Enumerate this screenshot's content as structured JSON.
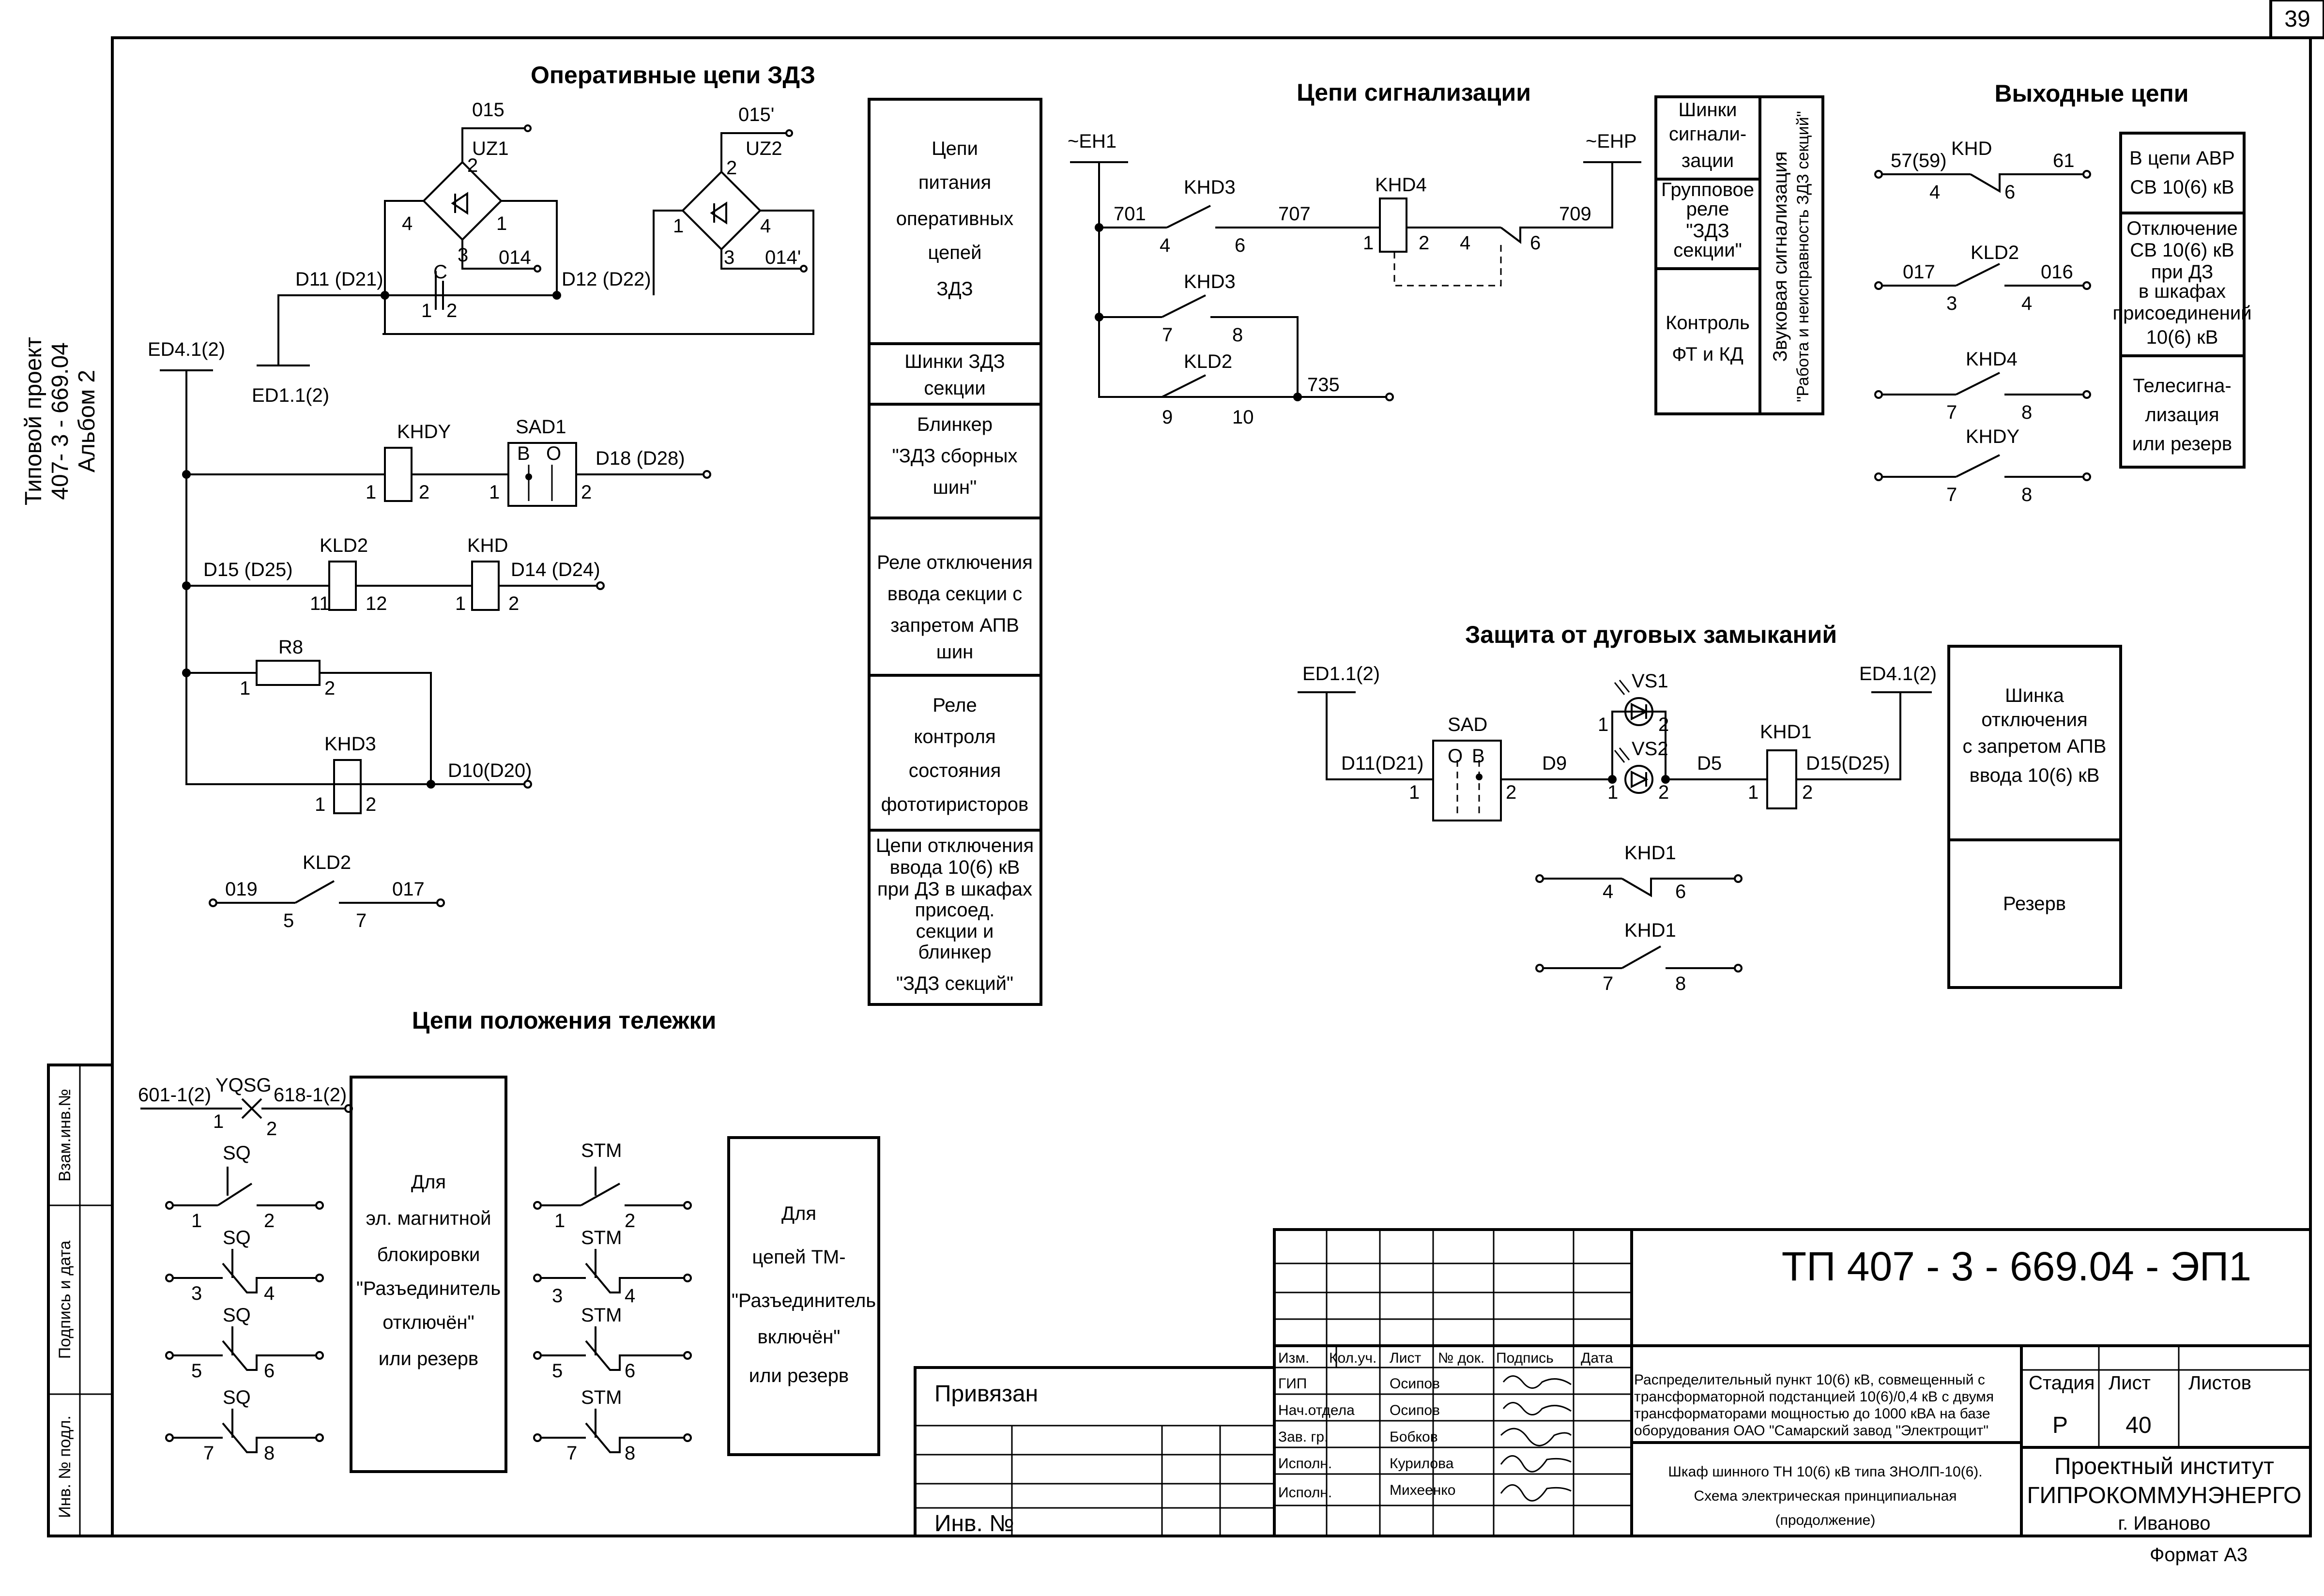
{
  "page_number": "39",
  "side": {
    "project_line1": "Типовой проект",
    "project_line2": "407- 3 - 669.04",
    "album": "Альбом 2",
    "vzam": "Взам.инв.№",
    "podpis": "Подпись и дата",
    "inv_podl": "Инв. № подл."
  },
  "titles": {
    "operative": "Оперативные цепи ЗДЗ",
    "signal": "Цепи сигнализации",
    "output": "Выходные цепи",
    "arc": "Защита от дуговых замыканий",
    "cart": "Цепи положения тележки"
  },
  "labels": {
    "n015": "015",
    "uz1": "UZ1",
    "n015p": "015'",
    "uz2": "UZ2",
    "n014": "014",
    "n014p": "014'",
    "c": "C",
    "d11": "D11 (D21)",
    "d12": "D12 (D22)",
    "ed11": "ED1.1(2)",
    "ed41": "ED4.1(2)",
    "khdy": "KHDY",
    "sad1": "SAD1",
    "d18": "D18 (D28)",
    "kld2": "KLD2",
    "khd": "KHD",
    "d15": "D15 (D25)",
    "d14": "D14 (D24)",
    "r8": "R8",
    "khd3": "KHD3",
    "d10": "D10(D20)",
    "n019": "019",
    "n017": "017",
    "eh1": "~EH1",
    "ehp": "~EHP",
    "khd4": "KHD4",
    "n701": "701",
    "n707": "707",
    "n709": "709",
    "n735": "735",
    "n57": "57(59)",
    "n61": "61",
    "n016": "016",
    "sad": "SAD",
    "d9": "D9",
    "d5": "D5",
    "khd1": "KHD1",
    "d15b": "D15(D25)",
    "d11b": "D11(D21)",
    "vs1": "VS1",
    "vs2": "VS2",
    "o": "O",
    "b": "B",
    "yqsg": "YQSG",
    "n601": "601-1(2)",
    "n618": "618-1(2)",
    "sq": "SQ",
    "stm": "STM",
    "n1": "1",
    "n2": "2",
    "n3": "3",
    "n4": "4",
    "n5": "5",
    "n6": "6",
    "n7": "7",
    "n8": "8",
    "n9": "9",
    "n10": "10",
    "n11": "11",
    "n12": "12"
  },
  "box_power": {
    "main": [
      "Цепи",
      "питания",
      "оперативных",
      "цепей",
      "ЗДЗ"
    ],
    "r2": [
      "Шинки ЗДЗ",
      "секции"
    ],
    "r3": [
      "Блинкер",
      "\"ЗДЗ сборных",
      "шин\""
    ],
    "r4": [
      "Реле отключения",
      "ввода секции с",
      "запретом АПВ",
      "шин"
    ],
    "r5": [
      "Реле",
      "контроля",
      "состояния",
      "фототиристоров"
    ],
    "r6": [
      "Цепи отключения",
      "ввода 10(6) кВ",
      "при ДЗ в шкафах",
      "присоед.",
      "секции и",
      "блинкер",
      "\"ЗДЗ секций\""
    ]
  },
  "box_signal": {
    "r1": [
      "Шинки",
      "сигнали-",
      "зации"
    ],
    "r2": [
      "Групповое",
      "реле",
      "\"ЗДЗ",
      "секции\""
    ],
    "r3": [
      "Контроль",
      "ФТ и КД"
    ],
    "vertical1": "Звуковая сигнализация",
    "vertical2": "\"Работа и неисправность ЗДЗ секций\""
  },
  "box_output": {
    "r1": [
      "В цепи АВР",
      "СВ 10(6) кВ"
    ],
    "r2": [
      "Отключение",
      "СВ 10(6) кВ",
      "при ДЗ",
      "в шкафах",
      "присоединений",
      "10(6) кВ"
    ],
    "r3": [
      "Телесигна-",
      "лизация",
      "или резерв"
    ]
  },
  "box_arc": {
    "r1": [
      "Шинка",
      "отключения",
      "с запретом АПВ",
      "ввода 10(6) кВ"
    ],
    "r2": [
      "Резерв"
    ]
  },
  "box_mag": [
    "Для",
    "эл. магнитной",
    "блокировки",
    "\"Разъединитель",
    "отключён\"",
    "или резерв"
  ],
  "box_tm": [
    "Для",
    "цепей ТМ-",
    "\"Разъединитель",
    "включён\"",
    "или резерв"
  ],
  "stamp": {
    "code": "ТП  407 - 3 -  669.04 - ЭП1",
    "privyazan": "Привязан",
    "inv": "Инв. №",
    "headers": [
      "Изм.",
      "Кол.уч.",
      "Лист",
      "№ док.",
      "Подпись",
      "Дата"
    ],
    "roles": [
      "ГИП",
      "Нач.отдела",
      "Зав. гр.",
      "Исполн.",
      "Исполн."
    ],
    "names": [
      "Осипов",
      "Осипов",
      "Бобков",
      "Курилова",
      "Михеенко"
    ],
    "desc1": [
      "Распределительный пункт 10(6) кВ, совмещенный с",
      "трансформаторной подстанцией 10(6)/0,4 кВ с двумя",
      "трансформаторами мощностью до 1000 кВА на базе",
      "оборудования ОАО \"Самарский завод \"Электрощит\""
    ],
    "desc2": [
      "Шкаф шинного ТН 10(6) кВ типа ЗНОЛП-10(6).",
      "Схема электрическая принципиальная",
      "(продолжение)"
    ],
    "stage_h": "Стадия",
    "sheet_h": "Лист",
    "sheets_h": "Листов",
    "stage": "Р",
    "sheet": "40",
    "org1": "Проектный институт",
    "org2": "ГИПРОКОММУНЭНЕРГО",
    "org3": "г. Иваново",
    "format": "Формат А3"
  }
}
